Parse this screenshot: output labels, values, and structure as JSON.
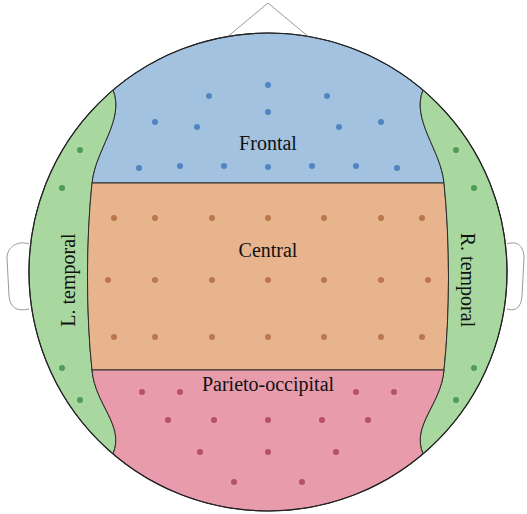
{
  "diagram": {
    "nodes": [
      {
        "text": [
          "Frontal"
        ]
      },
      {
        "text": [
          "L. temporal"
        ]
      },
      {
        "text": [
          "Central"
        ]
      },
      {
        "text": [
          "R. temporal"
        ]
      },
      {
        "text": [
          "Parieto-occipital"
        ]
      }
    ]
  }
}
